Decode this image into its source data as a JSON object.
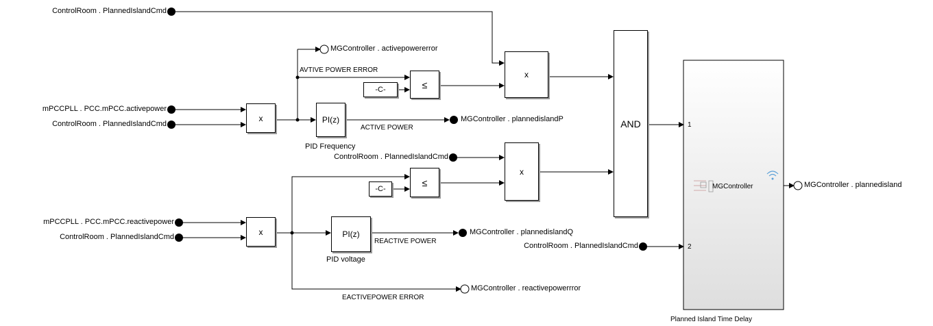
{
  "inports": {
    "top_cmd": "ControlRoom . PlannedIslandCmd",
    "active_power": "mPCCPLL . PCC.mPCC.activepower",
    "active_cmd": "ControlRoom . PlannedIslandCmd",
    "mid_cmd": "ControlRoom . PlannedIslandCmd",
    "reactive_power": "mPCCPLL . PCC.mPCC.reactivepower",
    "reactive_cmd": "ControlRoom . PlannedIslandCmd",
    "delay_cmd": "ControlRoom . PlannedIslandCmd"
  },
  "outports": {
    "active_error": "MGController . activepowererror",
    "planned_p": "MGController . plannedislandP",
    "planned_q": "MGController . plannedislandQ",
    "reactive_error": "MGController . reactivepowerrror",
    "planned_island": "MGController . plannedisland"
  },
  "signals": {
    "active_error": "AVTIVE POWER ERROR",
    "active_power": "ACTIVE POWER",
    "reactive_power": "REACTIVE POWER",
    "reactive_error": "EACTIVEPOWER ERROR"
  },
  "blocks": {
    "product": "x",
    "pi": "PI(z)",
    "constant": "-C-",
    "compare": "≤",
    "and": "AND",
    "subsystem_inner": "MGController",
    "port1": "1",
    "port2": "2"
  },
  "block_labels": {
    "pid_frequency": "PID Frequency",
    "pid_voltage": "PID voltage",
    "time_delay": "Planned Island Time Delay"
  },
  "colors": {
    "line": "#000000",
    "subsystem_fill": "#e8e8e8",
    "signal_icon": "#5aa0d8"
  }
}
